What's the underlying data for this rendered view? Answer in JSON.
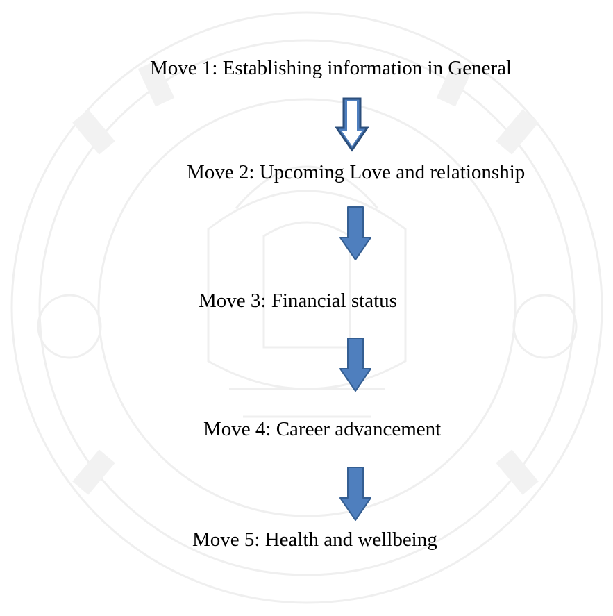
{
  "moves": [
    {
      "text": "Move 1: Establishing information in General"
    },
    {
      "text": "Move 2: Upcoming Love and relationship"
    },
    {
      "text": "Move 3: Financial status"
    },
    {
      "text": "Move 4: Career advancement"
    },
    {
      "text": "Move 5: Health and wellbeing"
    }
  ],
  "colors": {
    "arrow_fill": "#4f7fbe",
    "arrow_stroke": "#345e92",
    "text": "#000000",
    "watermark": "#ececec"
  },
  "watermark_icon": "university-seal"
}
